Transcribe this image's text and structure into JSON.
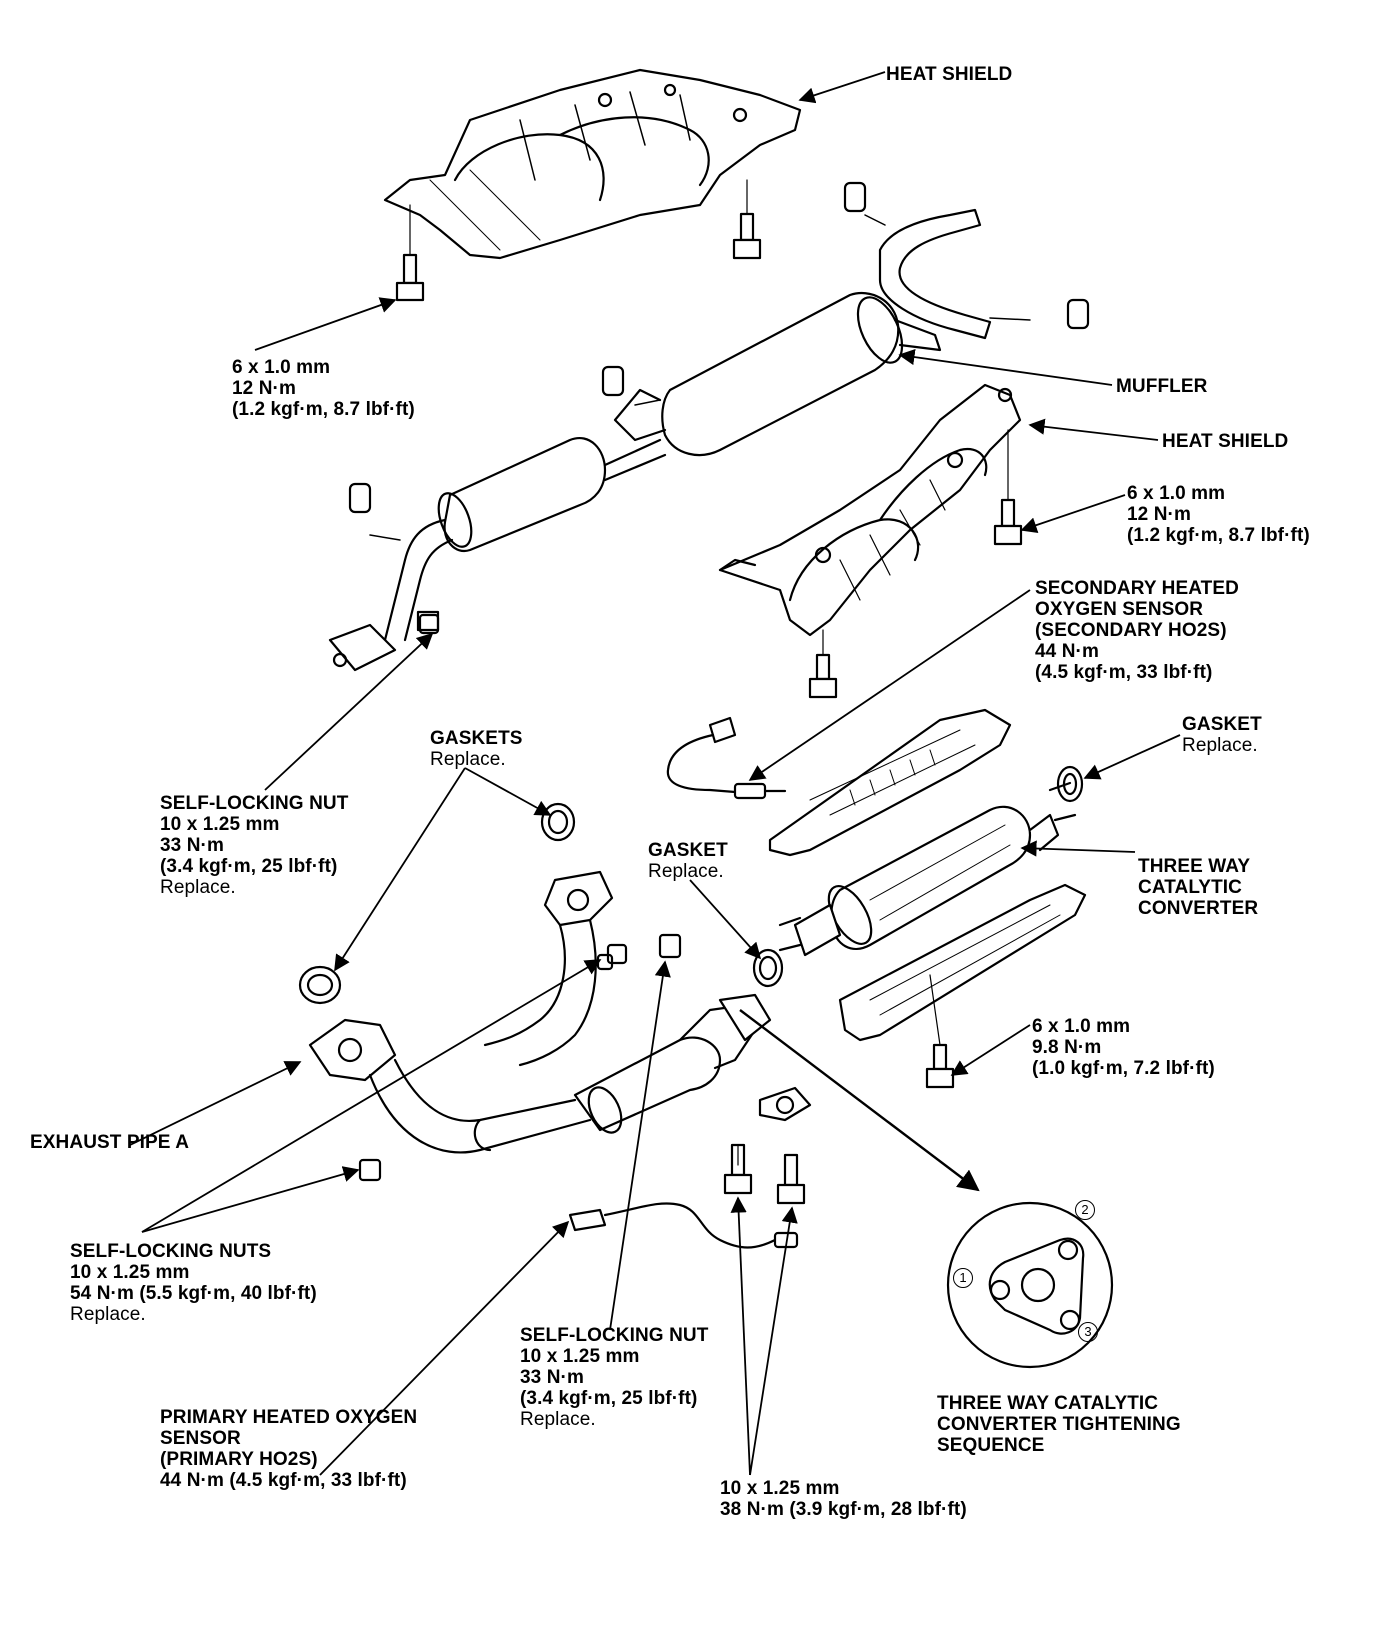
{
  "labels": {
    "heat_shield_top": {
      "title": "HEAT SHIELD"
    },
    "bolt_top": {
      "size": "6 x 1.0 mm",
      "torque": "12 N·m",
      "torque_alt": "(1.2 kgf·m, 8.7 lbf·ft)"
    },
    "muffler": {
      "title": "MUFFLER"
    },
    "heat_shield_right": {
      "title": "HEAT SHIELD"
    },
    "bolt_right": {
      "size": "6 x 1.0 mm",
      "torque": "12 N·m",
      "torque_alt": "(1.2 kgf·m, 8.7 lbf·ft)"
    },
    "secondary_ho2s": {
      "line1": "SECONDARY HEATED",
      "line2": "OXYGEN SENSOR",
      "line3": "(SECONDARY HO2S)",
      "torque": "44 N·m",
      "torque_alt": "(4.5 kgf·m, 33 lbf·ft)"
    },
    "gasket_right": {
      "title": "GASKET",
      "note": "Replace."
    },
    "self_locking_nut_left": {
      "title": "SELF-LOCKING NUT",
      "size": "10 x 1.25 mm",
      "torque": "33 N·m",
      "torque_alt": "(3.4 kgf·m, 25 lbf·ft)",
      "note": "Replace."
    },
    "gaskets": {
      "title": "GASKETS",
      "note": "Replace."
    },
    "gasket_center": {
      "title": "GASKET",
      "note": "Replace."
    },
    "three_way_cat": {
      "line1": "THREE WAY",
      "line2": "CATALYTIC",
      "line3": "CONVERTER"
    },
    "exhaust_pipe_a": {
      "title": "EXHAUST PIPE A"
    },
    "bolt_lower_right": {
      "size": "6 x 1.0 mm",
      "torque": "9.8 N·m",
      "torque_alt": "(1.0 kgf·m, 7.2 lbf·ft)"
    },
    "self_locking_nuts": {
      "title": "SELF-LOCKING NUTS",
      "size": "10 x 1.25 mm",
      "torque": "54 N·m (5.5 kgf·m, 40 lbf·ft)",
      "note": "Replace."
    },
    "self_locking_nut_center": {
      "title": "SELF-LOCKING NUT",
      "size": "10 x 1.25 mm",
      "torque": "33 N·m",
      "torque_alt": "(3.4 kgf·m, 25 lbf·ft)",
      "note": "Replace."
    },
    "primary_ho2s": {
      "line1": "PRIMARY HEATED OXYGEN",
      "line2": "SENSOR",
      "line3": "(PRIMARY HO2S)",
      "torque": "44 N·m (4.5 kgf·m, 33 lbf·ft)"
    },
    "bolts_bottom": {
      "size": "10 x 1.25 mm",
      "torque": "38 N·m (3.9 kgf·m, 28 lbf·ft)"
    },
    "tightening_sequence": {
      "line1": "THREE WAY CATALYTIC",
      "line2": "CONVERTER TIGHTENING",
      "line3": "SEQUENCE",
      "num1": "1",
      "num2": "2",
      "num3": "3"
    }
  }
}
